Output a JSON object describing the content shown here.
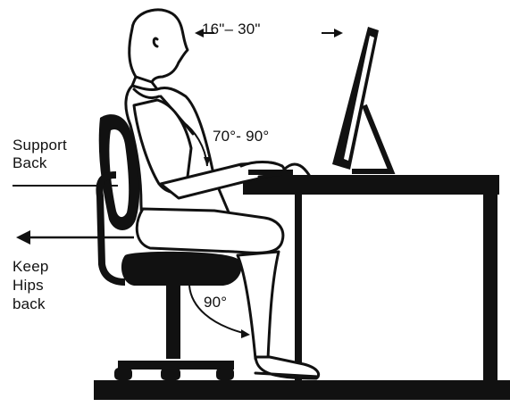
{
  "labels": {
    "viewing_distance": "16\"– 30\"",
    "elbow_angle": "70°- 90°",
    "support_back": [
      "Support",
      "Back"
    ],
    "keep_hips_back": [
      "Keep",
      "Hips",
      "back"
    ],
    "knee_angle": "90°"
  },
  "colors": {
    "ink": "#111111",
    "background": "#ffffff"
  },
  "icons": {
    "arrow_left": "arrow-left-icon",
    "arrow_right": "arrow-right-icon"
  }
}
